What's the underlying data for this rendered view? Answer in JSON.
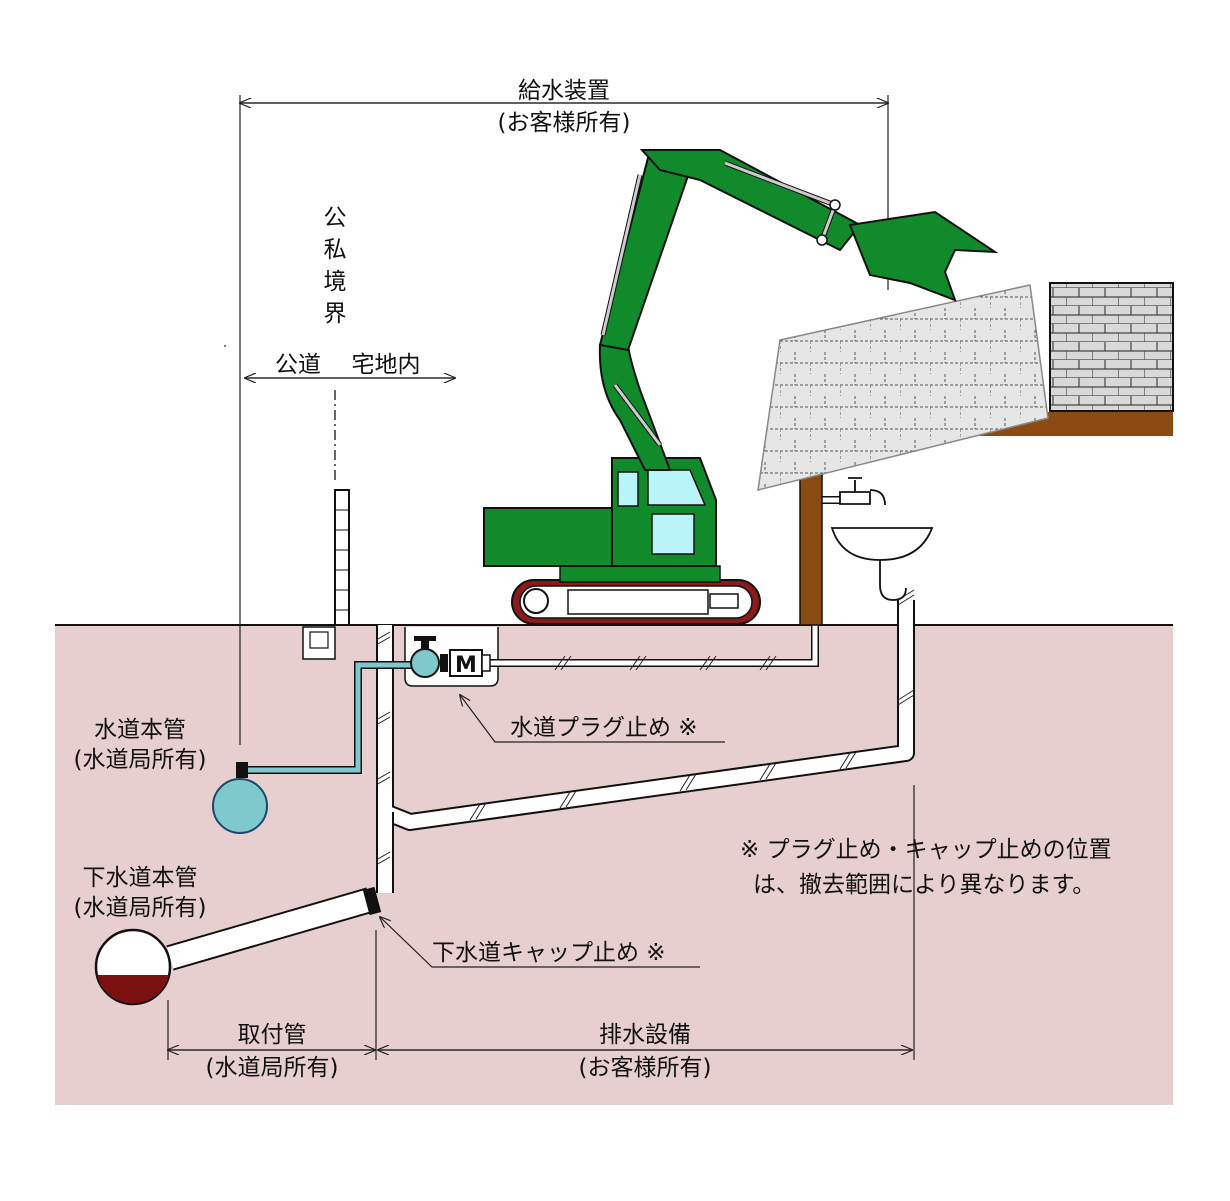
{
  "labels": {
    "water_supply": "給水装置",
    "water_supply_owner": "(お客様所有)",
    "boundary_1": "公",
    "boundary_2": "私",
    "boundary_3": "境",
    "boundary_4": "界",
    "public_road": "公道",
    "private_land": "宅地内",
    "water_main": "水道本管",
    "water_main_owner": "(水道局所有)",
    "sewer_main": "下水道本管",
    "sewer_main_owner": "(水道局所有)",
    "water_plug": "水道プラグ止め ※",
    "sewer_cap": "下水道キャップ止め ※",
    "note_line1": "※ プラグ止め・キャップ止めの位置",
    "note_line2": "は、撤去範囲により異なります。",
    "attach_pipe": "取付管",
    "attach_pipe_owner": "(水道局所有)",
    "drainage": "排水設備",
    "drainage_owner": "(お客様所有)",
    "meter": "M"
  },
  "colors": {
    "ground": "#e8cfcf",
    "excavator": "#118a2c",
    "excavator_dark": "#0a5a1c",
    "cab_glass": "#b8f4f8",
    "track": "#8b1a1a",
    "water_pipe": "#7fc8cc",
    "sewer_fill": "#7a1010",
    "house_beam": "#8b4a12"
  }
}
